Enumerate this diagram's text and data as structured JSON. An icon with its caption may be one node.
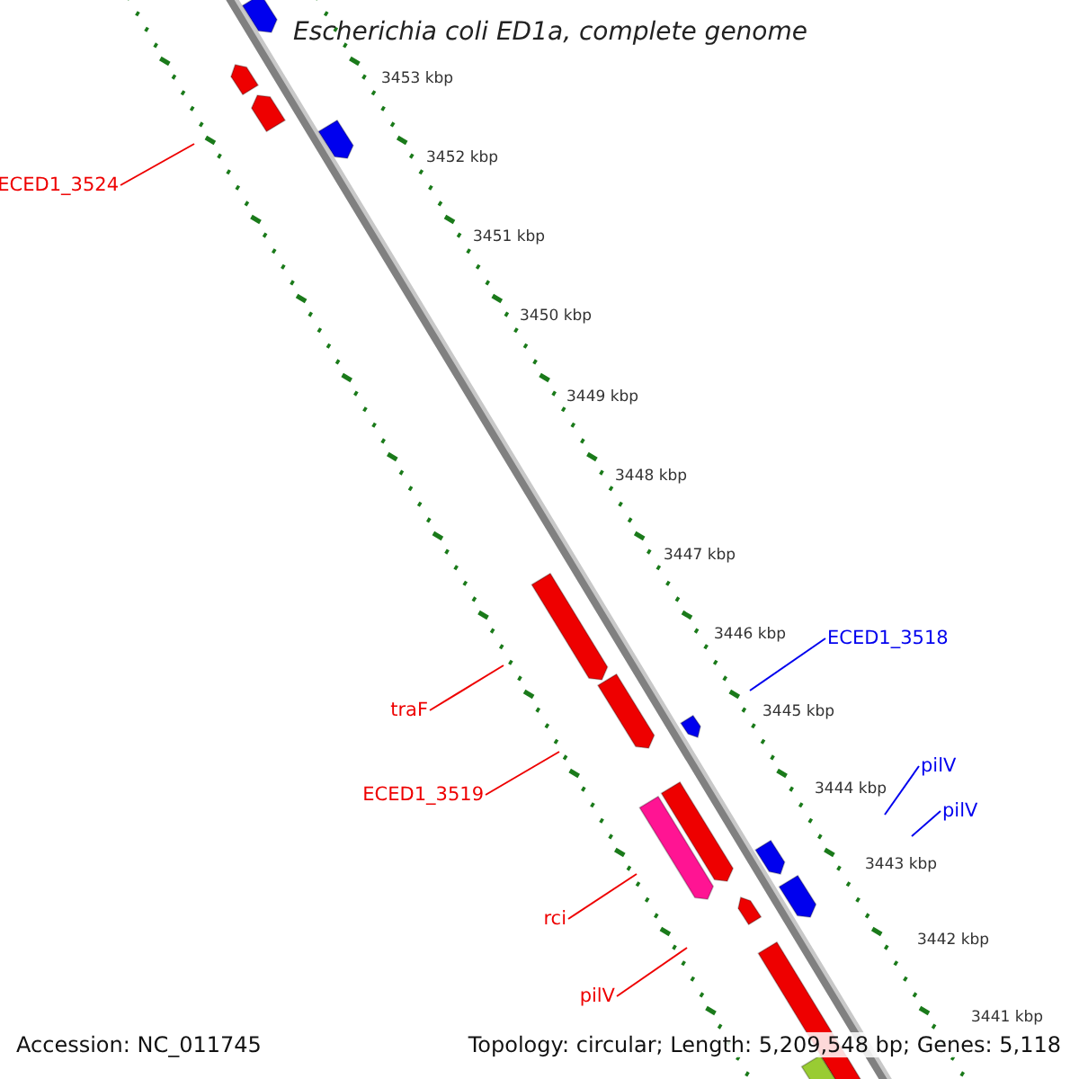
{
  "diagram": {
    "title": "Escherichia coli ED1a, complete genome",
    "nodes": [
      {
        "text": [
          "ECED1_3524"
        ]
      },
      {
        "text": [
          "traF"
        ]
      },
      {
        "text": [
          "ECED1_3519"
        ]
      },
      {
        "text": [
          "rci"
        ]
      },
      {
        "text": [
          "pilV"
        ]
      },
      {
        "text": [
          "ECED1_3518"
        ]
      },
      {
        "text": [
          "pilV"
        ]
      },
      {
        "text": [
          "pilV"
        ]
      }
    ],
    "edges": [
      {
        "from": 0,
        "to": null,
        "arrow": "none"
      },
      {
        "from": 1,
        "to": null,
        "arrow": "none"
      },
      {
        "from": 2,
        "to": null,
        "arrow": "none"
      },
      {
        "from": 3,
        "to": null,
        "arrow": "none"
      },
      {
        "from": 4,
        "to": null,
        "arrow": "none"
      },
      {
        "from": 5,
        "to": null,
        "arrow": "none",
        "color": "#0000ee"
      },
      {
        "from": 6,
        "to": null,
        "arrow": "none",
        "color": "#0000ee"
      },
      {
        "from": 7,
        "to": null,
        "arrow": "none",
        "color": "#0000ee"
      }
    ],
    "labels": [
      "3453 kbp",
      "3452 kbp",
      "3451 kbp",
      "3450 kbp",
      "3449 kbp",
      "3448 kbp",
      "3447 kbp",
      "3446 kbp",
      "3445 kbp",
      "3444 kbp",
      "3443 kbp",
      "3442 kbp",
      "3441 kbp",
      "Accession: NC_011745",
      "Topology: circular; Length: 5,209,548 bp; Genes: 5,118"
    ]
  }
}
